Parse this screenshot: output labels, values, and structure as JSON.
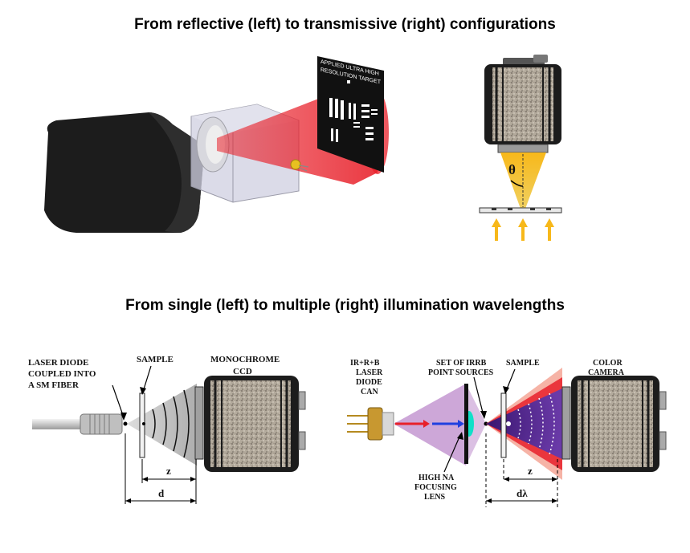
{
  "titles": {
    "top": "From reflective (left) to transmissive (right) configurations",
    "bottom": "From single (left) to multiple (right) illumination wavelengths"
  },
  "target_panel": {
    "text_lines": [
      "APPLIED ULTRA HIGH",
      "RESOLUTION TARGET"
    ]
  },
  "transmissive_panel": {
    "angle_symbol": "θ"
  },
  "single_wavelength": {
    "laser_label": [
      "LASER DIODE",
      "COUPLED INTO",
      "A SM FIBER"
    ],
    "sample_label": "SAMPLE",
    "camera_label": [
      "MONOCHROME",
      "CCD"
    ],
    "dim_z": "z",
    "dim_d": "d"
  },
  "multi_wavelength": {
    "laser_label": [
      "IR+R+B",
      "LASER",
      "DIODE",
      "CAN"
    ],
    "sources_label": [
      "SET OF IRRB",
      "POINT SOURCES"
    ],
    "sample_label": "SAMPLE",
    "camera_label": [
      "COLOR",
      "CAMERA"
    ],
    "lens_label": [
      "HIGH NA",
      "FOCUSING",
      "LENS"
    ],
    "dim_z": "z",
    "dim_d": "dλ"
  },
  "colors": {
    "camera_body": "#1c1c1c",
    "sensor_grain": "#a89e90",
    "laser_red": "#e8202a",
    "illumination_yellow": "#f7b81a",
    "light_purple": "#b882c8",
    "lens_cyan": "#10e0c8",
    "beam_blue": "#2040e0"
  }
}
